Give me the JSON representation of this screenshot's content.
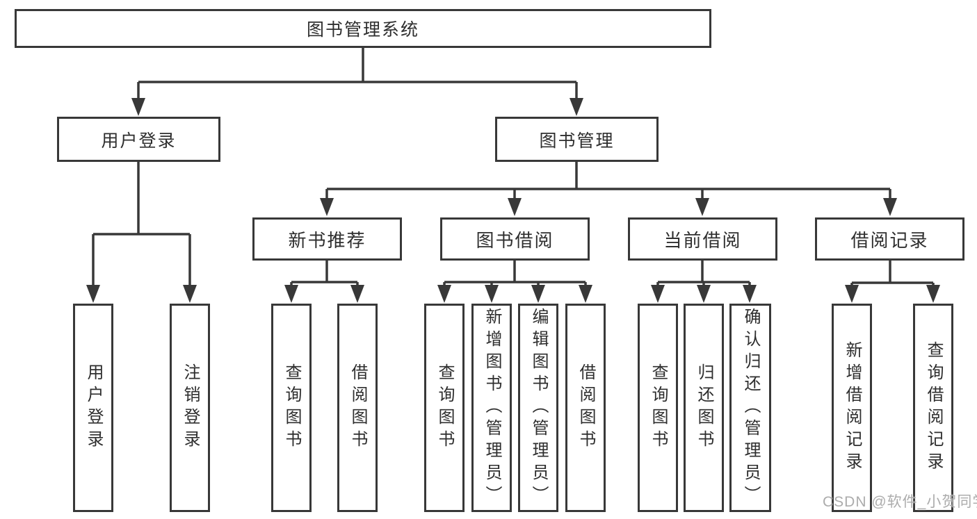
{
  "diagram_title": "图书管理系统",
  "colors": {
    "line": "#383838",
    "box_border": "#383838",
    "text": "#2e2e2e",
    "background": "#ffffff",
    "watermark": "#a8a8a8"
  },
  "root": {
    "label": "图书管理系统"
  },
  "level1": [
    {
      "label": "用户登录"
    },
    {
      "label": "图书管理"
    }
  ],
  "level2": [
    {
      "label": "新书推荐",
      "parent": "图书管理"
    },
    {
      "label": "图书借阅",
      "parent": "图书管理"
    },
    {
      "label": "当前借阅",
      "parent": "图书管理"
    },
    {
      "label": "借阅记录",
      "parent": "图书管理"
    }
  ],
  "leaves": [
    {
      "label": "用户登录",
      "parent": "用户登录"
    },
    {
      "label": "注销登录",
      "parent": "用户登录"
    },
    {
      "label": "查询图书",
      "parent": "新书推荐"
    },
    {
      "label": "借阅图书",
      "parent": "新书推荐"
    },
    {
      "label": "查询图书",
      "parent": "图书借阅"
    },
    {
      "label": "新增图书（管理员）",
      "parent": "图书借阅"
    },
    {
      "label": "编辑图书（管理员）",
      "parent": "图书借阅"
    },
    {
      "label": "借阅图书",
      "parent": "图书借阅"
    },
    {
      "label": "查询图书",
      "parent": "当前借阅"
    },
    {
      "label": "归还图书",
      "parent": "当前借阅"
    },
    {
      "label": "确认归还（管理员）",
      "parent": "当前借阅"
    },
    {
      "label": "新增借阅记录",
      "parent": "借阅记录"
    },
    {
      "label": "查询借阅记录",
      "parent": "借阅记录"
    }
  ],
  "watermark": "CSDN @软件_小贺同学"
}
